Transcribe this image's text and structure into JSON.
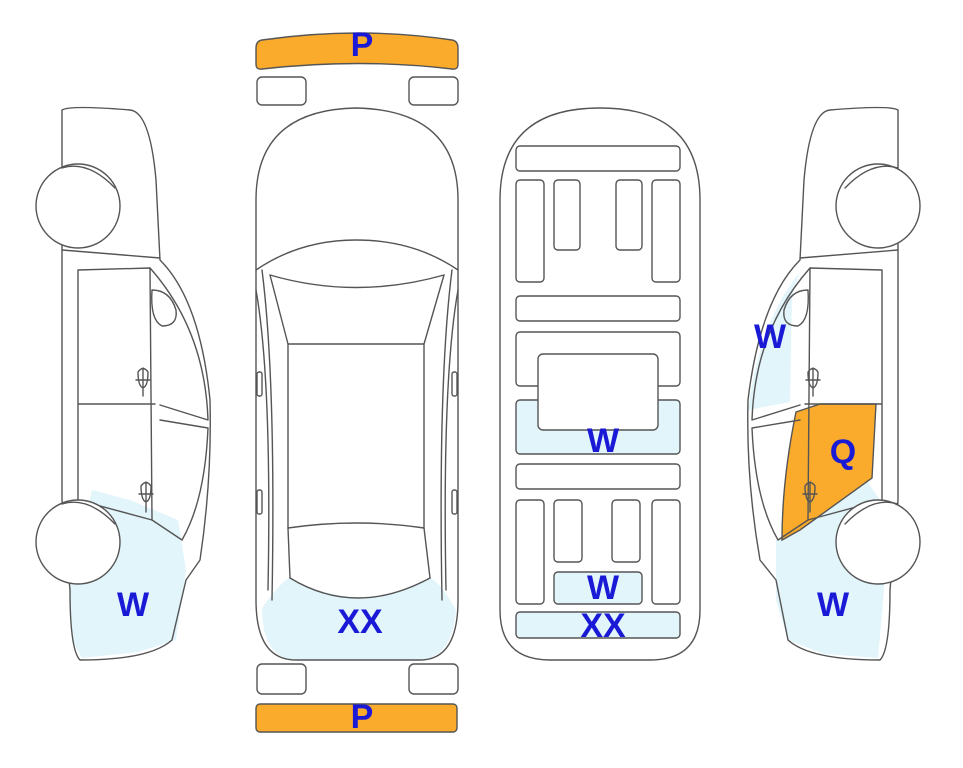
{
  "colors": {
    "outline": "#555555",
    "label": "#1a1ad6",
    "bumper_fill": "#fbab2b",
    "panel_fill": "#fbab2b",
    "light_fill": "#e2f5fb"
  },
  "labels": {
    "front_bumper": "P",
    "rear_bumper": "P",
    "left_rear_quarter": "W",
    "top_rear": "XX",
    "floor_mid": "W",
    "floor_rear": "W",
    "floor_tail": "XX",
    "right_front_quarter": "W",
    "right_door": "Q",
    "right_rear_quarter": "W"
  }
}
